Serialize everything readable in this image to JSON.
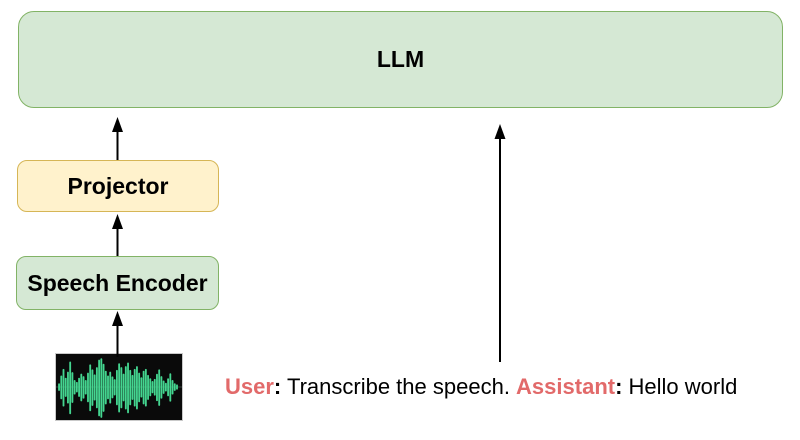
{
  "figure": {
    "llm_label": "LLM",
    "projector_label": "Projector",
    "speech_encoder_label": "Speech Encoder"
  },
  "prompt": {
    "user_label": "User",
    "user_colon": ":",
    "user_text": " Transcribe the speech. ",
    "assistant_label": "Assistant",
    "assistant_colon": ":",
    "assistant_text": " Hello world"
  },
  "colors": {
    "llm_fill": "#d5e8d4",
    "llm_border": "#82b366",
    "projector_fill": "#fff2cc",
    "projector_border": "#d6b656",
    "encoder_fill": "#d5e8d4",
    "encoder_border": "#82b366",
    "role_red": "#e26a6a",
    "body_text": "#000000",
    "arrow": "#000000",
    "waveform_bg": "#0a0a0a",
    "waveform_color": "#44d690"
  },
  "waveform": {
    "amplitudes": [
      0.1,
      0.38,
      0.62,
      0.3,
      0.52,
      0.88,
      0.5,
      0.22,
      0.15,
      0.3,
      0.45,
      0.36,
      0.22,
      0.48,
      0.78,
      0.6,
      0.42,
      0.68,
      0.95,
      1.0,
      0.8,
      0.55,
      0.38,
      0.52,
      0.35,
      0.25,
      0.58,
      0.82,
      0.68,
      0.45,
      0.72,
      0.85,
      0.58,
      0.4,
      0.62,
      0.72,
      0.48,
      0.32,
      0.55,
      0.62,
      0.4,
      0.28,
      0.18,
      0.26,
      0.44,
      0.6,
      0.36,
      0.2,
      0.12,
      0.28,
      0.46,
      0.22,
      0.1,
      0.06
    ]
  }
}
